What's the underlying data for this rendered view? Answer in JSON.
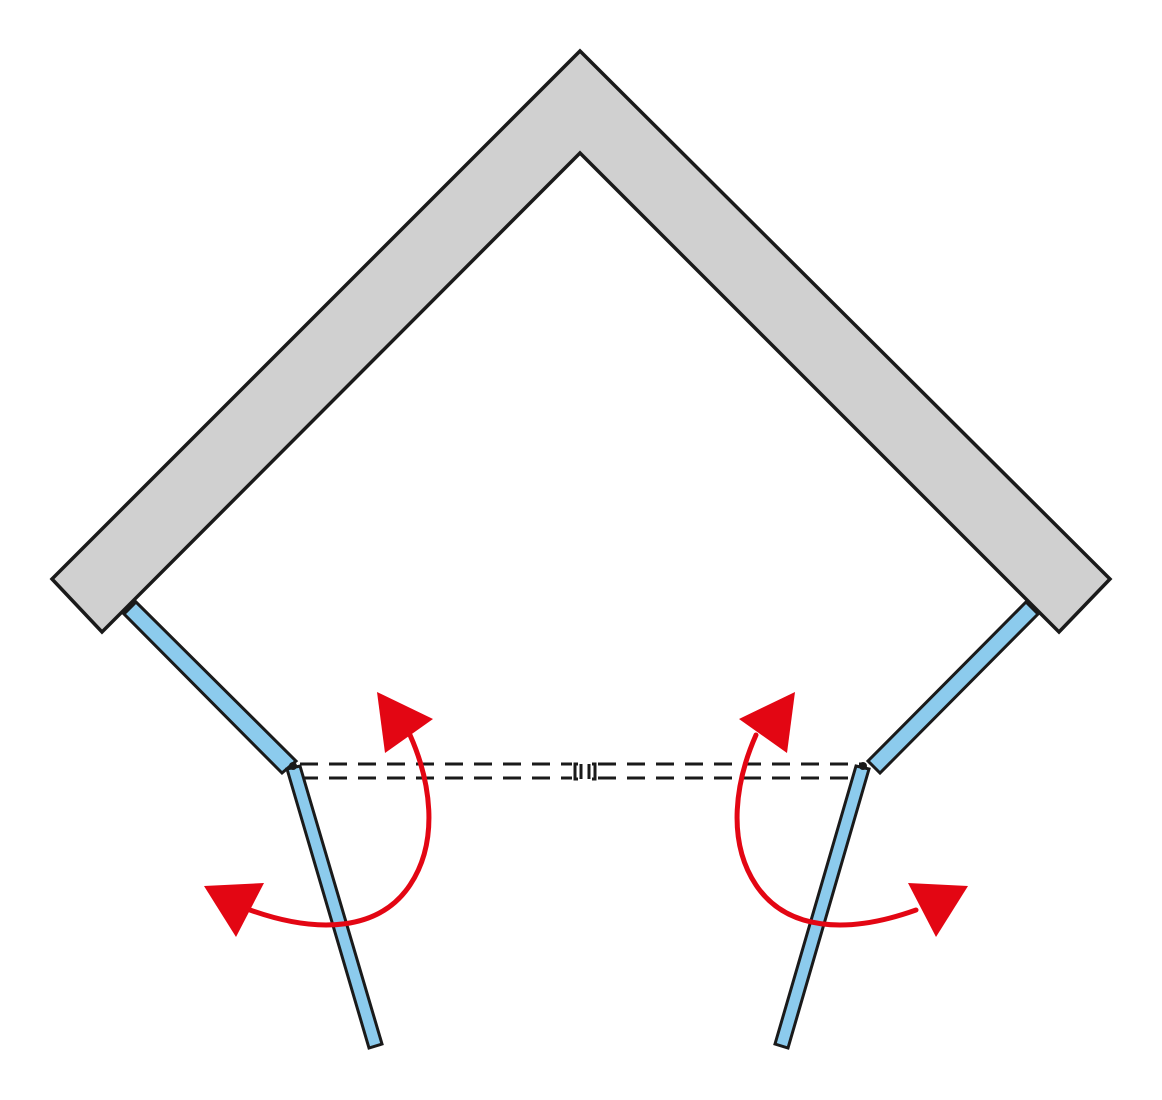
{
  "diagram": {
    "type": "shower-enclosure-plan",
    "colors": {
      "wall": "#d0d0d0",
      "glass": "#8ccbed",
      "arrow": "#e30613",
      "outline": "#1a1a1a",
      "background": "#ffffff"
    },
    "elements": {
      "wall": "corner-wall",
      "fixed_panels": [
        "left-fixed-glass-panel",
        "right-fixed-glass-panel"
      ],
      "doors": [
        "left-pivot-door",
        "right-pivot-door"
      ],
      "swing_arrows": [
        "left-door-swing-arrow",
        "right-door-swing-arrow"
      ],
      "closed_door_lines": [
        "closed-door-dashed-line"
      ],
      "center_connector": "center-magnetic-seal-icon"
    }
  }
}
